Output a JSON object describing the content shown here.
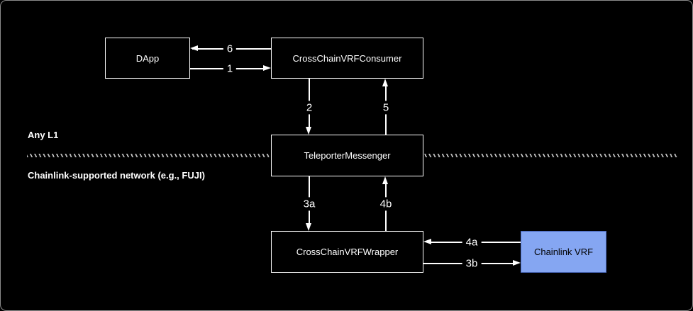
{
  "regions": {
    "top_label": "Any L1",
    "bottom_label": "Chainlink-supported network (e.g., FUJI)",
    "divider_style": "squiggly-dashed",
    "divider_color": "#b9b9b9"
  },
  "nodes": {
    "dapp": {
      "label": "DApp",
      "fill": "#000000",
      "border": "#ffffff",
      "text_color": "#ffffff"
    },
    "consumer": {
      "label": "CrossChainVRFConsumer",
      "fill": "#000000",
      "border": "#ffffff",
      "text_color": "#ffffff"
    },
    "teleporter": {
      "label": "TeleporterMessenger",
      "fill": "#000000",
      "border": "#ffffff",
      "text_color": "#ffffff"
    },
    "wrapper": {
      "label": "CrossChainVRFWrapper",
      "fill": "#000000",
      "border": "#ffffff",
      "text_color": "#ffffff"
    },
    "chainlink": {
      "label": "Chainlink VRF",
      "fill": "#85a6f2",
      "border": "#4d6cc0",
      "text_color": "#000000"
    }
  },
  "edges": {
    "step1": {
      "label": "1",
      "from": "DApp",
      "to": "CrossChainVRFConsumer",
      "direction": "right"
    },
    "step2": {
      "label": "2",
      "from": "CrossChainVRFConsumer",
      "to": "TeleporterMessenger",
      "direction": "down"
    },
    "step3a": {
      "label": "3a",
      "from": "TeleporterMessenger",
      "to": "CrossChainVRFWrapper",
      "direction": "down"
    },
    "step3b": {
      "label": "3b",
      "from": "CrossChainVRFWrapper",
      "to": "Chainlink VRF",
      "direction": "right"
    },
    "step4a": {
      "label": "4a",
      "from": "Chainlink VRF",
      "to": "CrossChainVRFWrapper",
      "direction": "left"
    },
    "step4b": {
      "label": "4b",
      "from": "CrossChainVRFWrapper",
      "to": "TeleporterMessenger",
      "direction": "up"
    },
    "step5": {
      "label": "5",
      "from": "TeleporterMessenger",
      "to": "CrossChainVRFConsumer",
      "direction": "up"
    },
    "step6": {
      "label": "6",
      "from": "CrossChainVRFConsumer",
      "to": "DApp",
      "direction": "left"
    }
  },
  "colors": {
    "background": "#000000",
    "line": "#ffffff",
    "accent_blue_fill": "#85a6f2",
    "accent_blue_border": "#4d6cc0"
  }
}
